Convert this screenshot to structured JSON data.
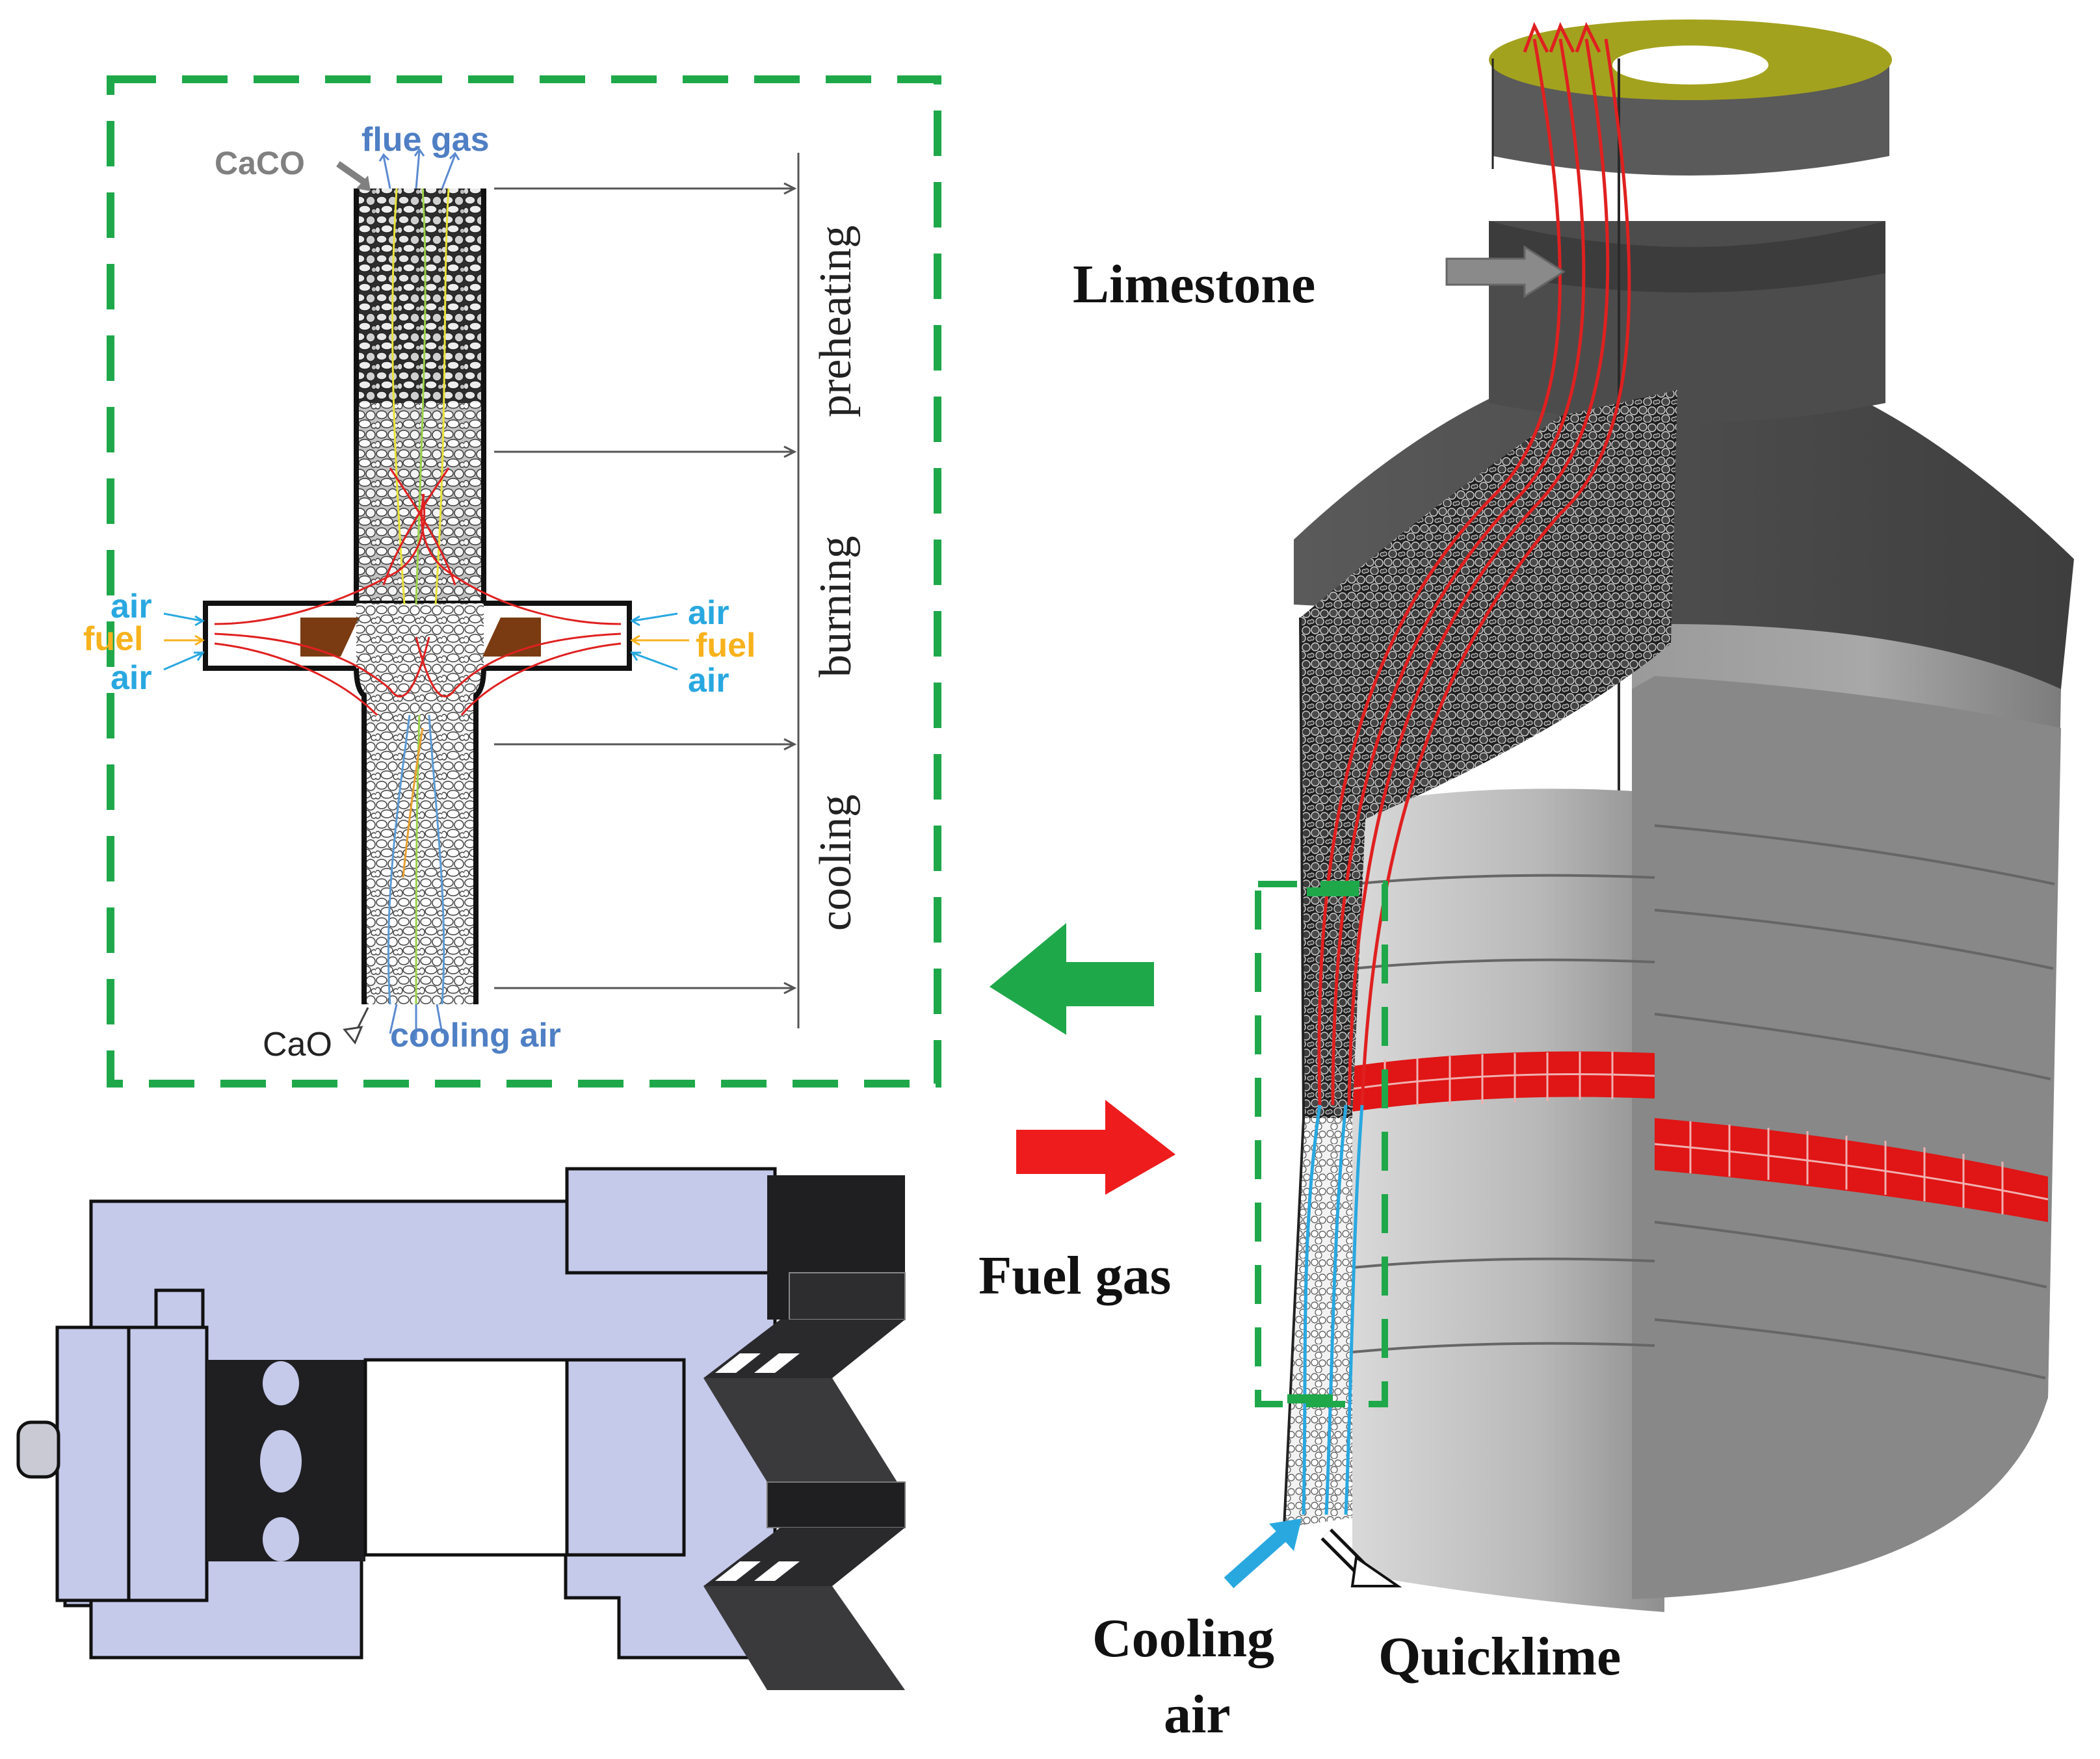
{
  "inset": {
    "caco3_label": "CaCO",
    "flue_gas_label": "flue gas",
    "cao_label": "CaO",
    "cooling_air_label": "cooling air",
    "left_air_top": "air",
    "left_fuel": "fuel",
    "left_air_bottom": "air",
    "right_air_top": "air",
    "right_fuel": "fuel",
    "right_air_bottom": "air",
    "zones": [
      "preheating",
      "burning",
      "cooling"
    ]
  },
  "kiln": {
    "limestone_label": "Limestone",
    "fuel_gas_label": "Fuel gas",
    "cooling_air_label_line1": "Cooling",
    "cooling_air_label_line2": "air",
    "quicklime_label": "Quicklime"
  },
  "colors": {
    "dashed_box": "#1fa84a",
    "green_arrow": "#1fa84a",
    "red_arrow": "#ee1c1c",
    "air_text": "#29a8e0",
    "fuel_text": "#f7b21c",
    "flue_gas_text": "#4f7fc4",
    "caco3_text": "#808080",
    "kiln_gray": "#8a8a8a",
    "kiln_dark": "#4f4f4f",
    "top_ring": "#a3a21e",
    "burner_red": "#e01515",
    "burner_block": "#7a3b12",
    "burner_housing": "#c5c9ea"
  },
  "icons": {
    "green_arrow": "arrow-left-icon",
    "red_arrow": "arrow-right-icon",
    "limestone_arrow": "arrow-right-icon",
    "cooling_air_arrow": "arrow-up-right-icon",
    "quicklime_arrow": "arrow-down-right-icon"
  }
}
